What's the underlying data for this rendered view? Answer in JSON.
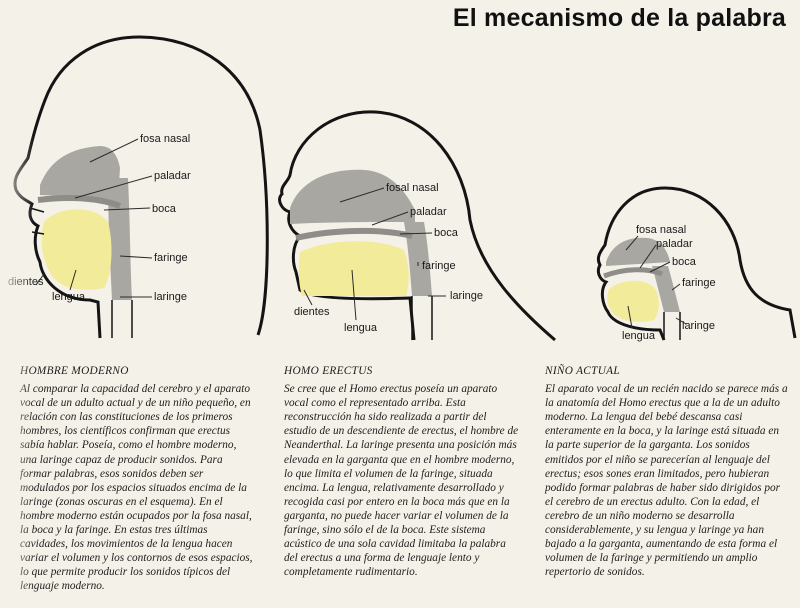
{
  "title": "El mecanismo de la palabra",
  "figures": {
    "modern": {
      "labels": {
        "nasal": "fosa nasal",
        "palate": "paladar",
        "mouth": "boca",
        "pharynx": "faringe",
        "larynx": "laringe",
        "teeth": "dientes",
        "tongue": "lengua"
      }
    },
    "erectus": {
      "labels": {
        "nasal": "fosal nasal",
        "palate": "paladar",
        "mouth": "boca",
        "pharynx": "faringe",
        "larynx": "laringe",
        "teeth": "dientes",
        "tongue": "lengua"
      }
    },
    "child": {
      "labels": {
        "nasal": "fosa nasal",
        "palate": "paladar",
        "mouth": "boca",
        "pharynx": "faringe",
        "larynx": "laringe",
        "tongue": "lengua"
      }
    }
  },
  "columns": [
    {
      "heading": "HOMBRE MODERNO",
      "text": "Al comparar la capacidad del cerebro y el aparato vocal de un adulto actual y de un niño pequeño, en relación con las constituciones de los primeros hombres, los científicos confirman que erectus sabía hablar. Poseía, como el hombre moderno, una laringe capaz de producir sonidos. Para formar palabras, esos sonidos deben ser modulados por los espacios situados encima de la laringe (zonas oscuras en el esquema). En el hombre moderno están ocupados por la fosa nasal, la boca y la faringe. En estas tres últimas cavidades, los movimientos de la lengua hacen variar el volumen y los contornos de esos espacios, lo que permite producir los sonidos típicos del lenguaje moderno."
    },
    {
      "heading": "HOMO ERECTUS",
      "text": "Se cree que el Homo erectus poseía un aparato vocal como el representado arriba. Esta reconstrucción ha sido realizada a partir del estudio de un descendiente de erectus, el hombre de Neanderthal. La laringe presenta una posición más elevada en la garganta que en el hombre moderno, lo que limita el volumen de la faringe, situada encima. La lengua, relativamente desarrollado y recogida casi por entero en la boca más que en la garganta, no puede hacer variar el volumen de la faringe, sino sólo el de la boca. Este sistema acústico de una sola cavidad limitaba la palabra del erectus a una forma de lenguaje lento y completamente rudimentario."
    },
    {
      "heading": "NIÑO ACTUAL",
      "text": "El aparato vocal de un recién nacido se parece más a la anatomía del Homo erectus que a la de un adulto moderno. La lengua del bebé descansa casi enteramente en la boca, y la laringe está situada en la parte superior de la garganta. Los sonidos emitidos por el niño se parecerían al lenguaje del erectus; esos sones eran limitados, pero hubieran podido formar palabras de haber sido dirigidos por el cerebro de un erectus adulto. Con la edad, el cerebro de un niño moderno se desarrolla considerablemente, y su lengua y laringe ya han bajado a la garganta, aumentando de esta forma el volumen de la faringe y permitiendo un amplio repertorio de sonidos."
    }
  ],
  "colors": {
    "head_outline": "#141414",
    "cavity_gray": "#a9a7a1",
    "tongue_yellow": "#f2ec9a",
    "pointer_line": "#2a2a2a"
  }
}
